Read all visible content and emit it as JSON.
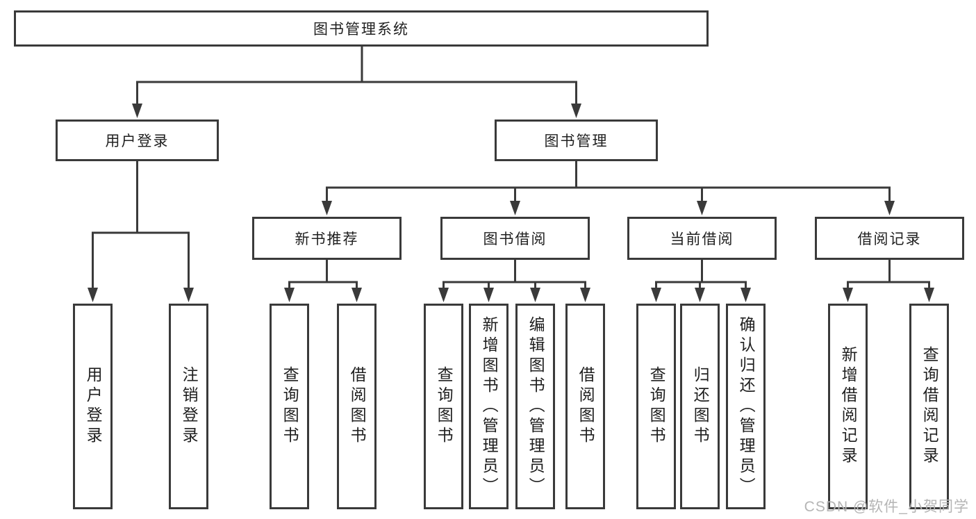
{
  "colors": {
    "line": "#3a3a3a",
    "text": "#1f1f1f",
    "background": "#ffffff",
    "watermark_color": "#b5b5b5"
  },
  "diagram": {
    "type": "hierarchy",
    "root": {
      "label": "图书管理系统"
    },
    "level2": [
      {
        "label": "用户登录"
      },
      {
        "label": "图书管理"
      }
    ],
    "level3": [
      {
        "parent": "图书管理",
        "label": "新书推荐"
      },
      {
        "parent": "图书管理",
        "label": "图书借阅"
      },
      {
        "parent": "图书管理",
        "label": "当前借阅"
      },
      {
        "parent": "图书管理",
        "label": "借阅记录"
      }
    ],
    "leaves": [
      {
        "parent": "用户登录",
        "label": "用户登录"
      },
      {
        "parent": "用户登录",
        "label": "注销登录"
      },
      {
        "parent": "新书推荐",
        "label": "查询图书"
      },
      {
        "parent": "新书推荐",
        "label": "借阅图书"
      },
      {
        "parent": "图书借阅",
        "label": "查询图书"
      },
      {
        "parent": "图书借阅",
        "label": "新增图书（管理员）"
      },
      {
        "parent": "图书借阅",
        "label": "编辑图书（管理员）"
      },
      {
        "parent": "图书借阅",
        "label": "借阅图书"
      },
      {
        "parent": "当前借阅",
        "label": "查询图书"
      },
      {
        "parent": "当前借阅",
        "label": "归还图书"
      },
      {
        "parent": "当前借阅",
        "label": "确认归还（管理员）"
      },
      {
        "parent": "借阅记录",
        "label": "新增借阅记录"
      },
      {
        "parent": "借阅记录",
        "label": "查询借阅记录"
      }
    ]
  },
  "watermark": {
    "text": "CSDN @软件_小贺同学"
  }
}
